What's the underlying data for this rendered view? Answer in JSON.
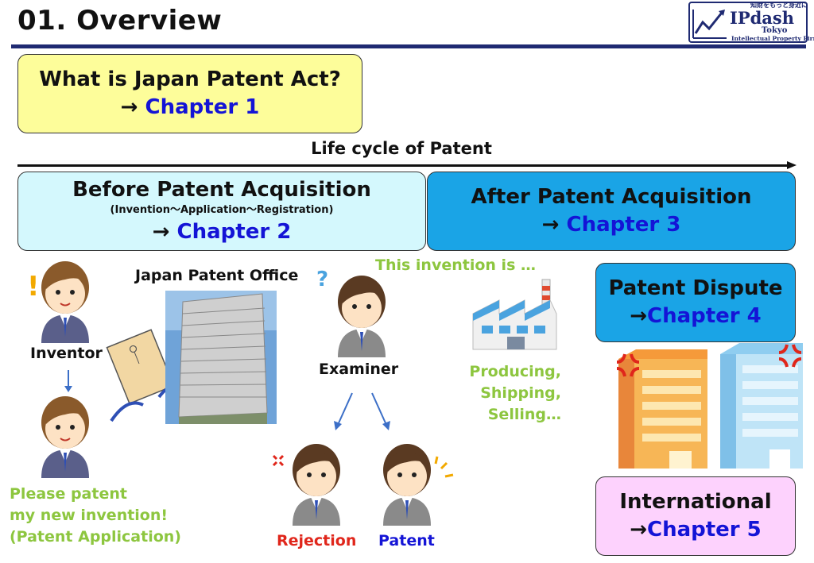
{
  "header": {
    "title": "01. Overview",
    "logo": {
      "tagline": "知財をもっと身近に",
      "name": "IPdash",
      "city": "Tokyo",
      "firm": "Intellectual Property Firm"
    }
  },
  "chapter1": {
    "title": "What is Japan Patent Act?",
    "arrow": "→",
    "chapter": "Chapter 1"
  },
  "lifecycle": {
    "label": "Life cycle of Patent"
  },
  "chapter2": {
    "title": "Before Patent Acquisition",
    "subtitle": "(Invention～Application～Registration)",
    "arrow": "→",
    "chapter": "Chapter 2"
  },
  "chapter3": {
    "title": "After Patent Acquisition",
    "arrow": "→",
    "chapter": "Chapter 3"
  },
  "chapter4": {
    "title": "Patent Dispute",
    "arrow": "→",
    "chapter": "Chapter 4"
  },
  "chapter5": {
    "title": "International",
    "arrow": "→",
    "chapter": "Chapter 5"
  },
  "flow": {
    "inventor": "Inventor",
    "office": "Japan Patent Office",
    "examiner": "Examiner",
    "rejection": "Rejection",
    "patent": "Patent",
    "question_mark": "?",
    "exclamation": "!",
    "application_lines": [
      "Please patent",
      "my new invention!",
      "(Patent Application)"
    ],
    "invention_is": "This invention is …",
    "activity_lines": [
      "Producing,",
      "Shipping,",
      "Selling…"
    ]
  },
  "colors": {
    "header_rule": "#1f2a72",
    "chapter1_bg": "#fdfd9a",
    "chapter2_bg": "#d4f8fd",
    "chapter3_bg": "#1aa4e6",
    "chapter5_bg": "#fdd2fd",
    "chapter_text": "#1414d6",
    "green_text": "#8dc63f",
    "red_text": "#e0261b"
  }
}
